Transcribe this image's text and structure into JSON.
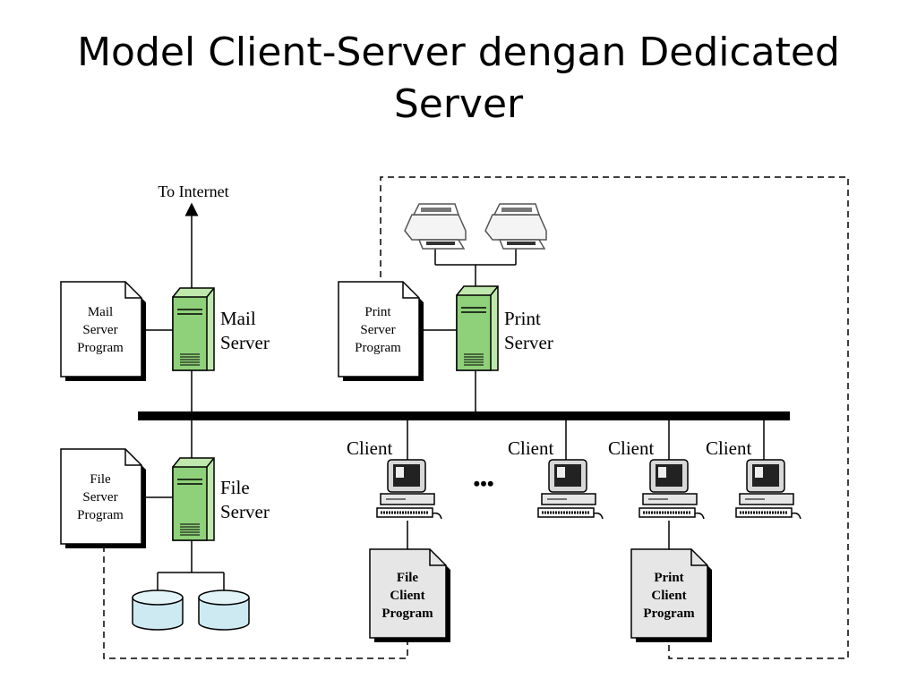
{
  "title": {
    "line1": "Model Client-Server dengan Dedicated",
    "line2": "Server"
  },
  "diagram": {
    "internet_label": "To Internet",
    "mail_server": {
      "label_line1": "Mail",
      "label_line2": "Server",
      "program": [
        "Mail",
        "Server",
        "Program"
      ]
    },
    "print_server": {
      "label_line1": "Print",
      "label_line2": "Server",
      "program": [
        "Print",
        "Server",
        "Program"
      ]
    },
    "file_server": {
      "label_line1": "File",
      "label_line2": "Server",
      "program": [
        "File",
        "Server",
        "Program"
      ]
    },
    "clients": [
      "Client",
      "Client",
      "Client",
      "Client"
    ],
    "ellipsis": "•••",
    "file_client_program": [
      "File",
      "Client",
      "Program"
    ],
    "print_client_program": [
      "Print",
      "Client",
      "Program"
    ],
    "colors": {
      "server": "#8fd17a",
      "disk": "#cdeaf2",
      "client_doc": "#e6e6e6",
      "bus": "#000000"
    }
  }
}
